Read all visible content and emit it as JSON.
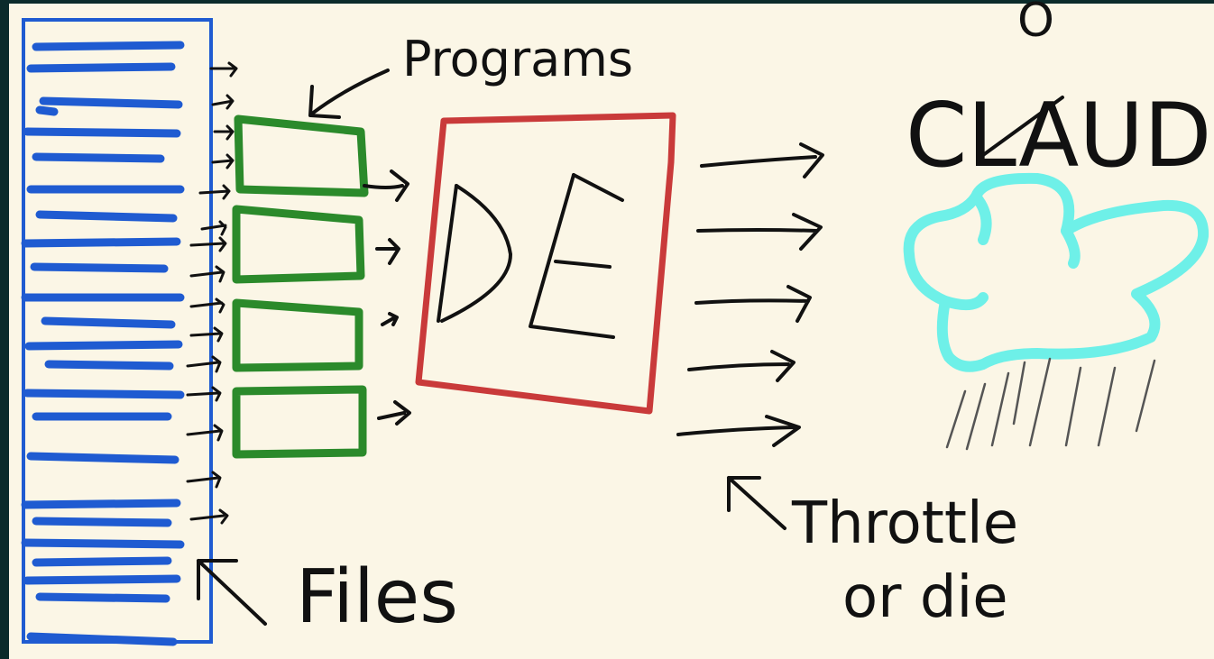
{
  "labels": {
    "programs": "Programs",
    "files": "Files",
    "de": "DE",
    "cloud_word": "CLAUD",
    "cloud_correction": "O",
    "throttle_line1": "Throttle",
    "throttle_line2": "or die"
  },
  "colors": {
    "background": "#0b2b2b",
    "paper": "#fbf6e6",
    "files": "#1f5bd1",
    "programs": "#2b8a2b",
    "de": "#c93a3a",
    "cloud": "#6ef0e8",
    "ink": "#111111"
  },
  "icons": {
    "cloud": "rain-cloud-icon",
    "arrow": "arrow-icon"
  }
}
